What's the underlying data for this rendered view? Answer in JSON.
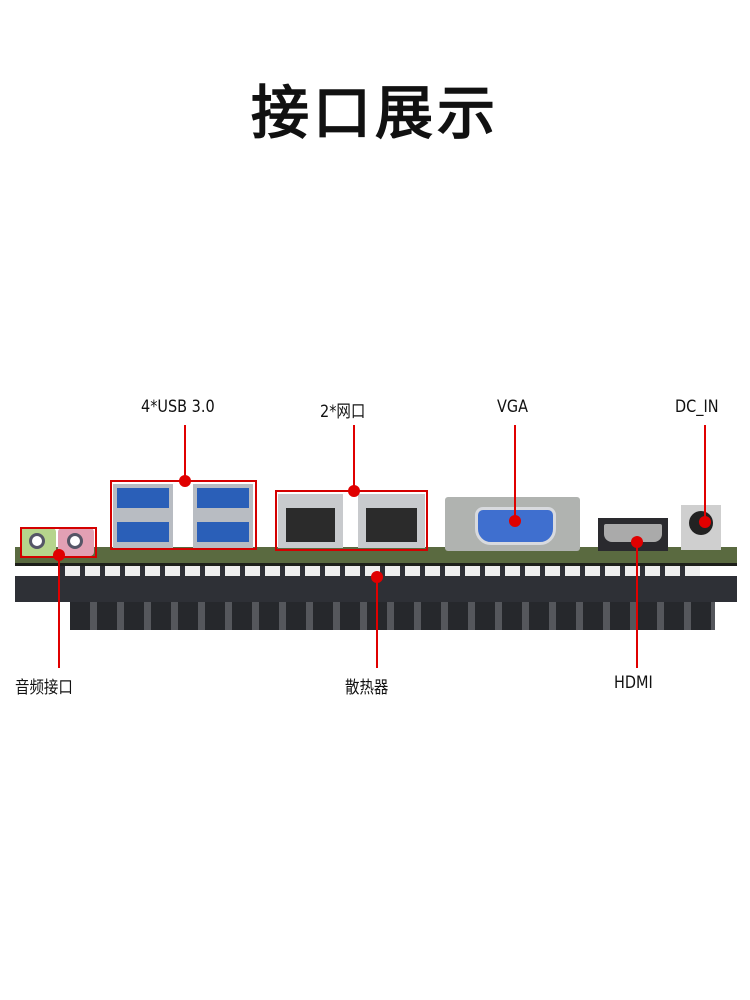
{
  "title": "接口展示",
  "labels": {
    "usb": "4*USB 3.0",
    "lan": "2*网口",
    "vga": "VGA",
    "dc_in": "DC_IN",
    "audio": "音频接口",
    "heatsink": "散热器",
    "hdmi": "HDMI"
  },
  "colors": {
    "callout": "#e00000",
    "usb_blue": "#2a5fb8",
    "pcb": "#5a6a40",
    "heatsink": "#2e3036"
  }
}
